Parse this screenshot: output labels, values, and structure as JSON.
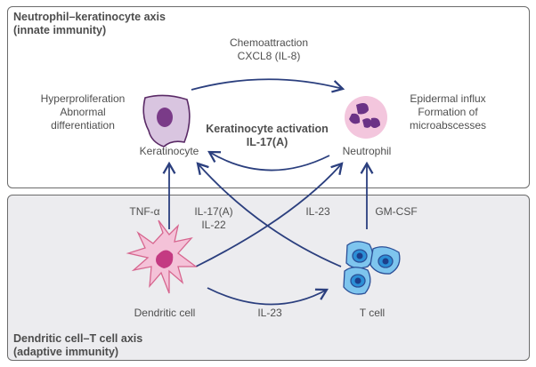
{
  "panels": {
    "top": {
      "title_line1": "Neutrophil–keratinocyte axis",
      "title_line2": "(innate immunity)"
    },
    "bottom": {
      "title_line1": "Dendritic cell–T cell axis",
      "title_line2": "(adaptive immunity)"
    }
  },
  "cells": {
    "keratinocyte": {
      "label": "Keratinocyte",
      "icon": "keratinocyte-cell-icon"
    },
    "neutrophil": {
      "label": "Neutrophil",
      "icon": "neutrophil-cell-icon"
    },
    "dendritic": {
      "label": "Dendritic cell",
      "icon": "dendritic-cell-icon"
    },
    "tcell": {
      "label": "T cell",
      "icon": "t-cell-cluster-icon"
    }
  },
  "annotations": {
    "keratinocyte_effects": [
      "Hyperproliferation",
      "Abnormal",
      "differentiation"
    ],
    "neutrophil_effects": [
      "Epidermal influx",
      "Formation of",
      "microabscesses"
    ],
    "chemoattraction": [
      "Chemoattraction",
      "CXCL8 (IL-8)"
    ],
    "keratinocyte_activation": [
      "Keratinocyte activation",
      "IL-17(A)"
    ]
  },
  "arrows": {
    "tnf": "TNF-α",
    "il17_il22": [
      "IL-17(A)",
      "IL-22"
    ],
    "il23_top": "IL-23",
    "gmcsf": "GM-CSF",
    "il23_bottom": "IL-23"
  },
  "colors": {
    "arrow": "#2b3f7e",
    "keratinocyte_fill": "#d9c5e0",
    "keratinocyte_nucleus": "#7a3b88",
    "neutrophil_fill": "#f3c6dd",
    "neutrophil_nucleus": "#6b3386",
    "dendritic_fill": "#f4c2d8",
    "dendritic_nucleus": "#c43a82",
    "tcell_fill": "#7ec5ee",
    "tcell_nucleus": "#1d3f8a"
  }
}
